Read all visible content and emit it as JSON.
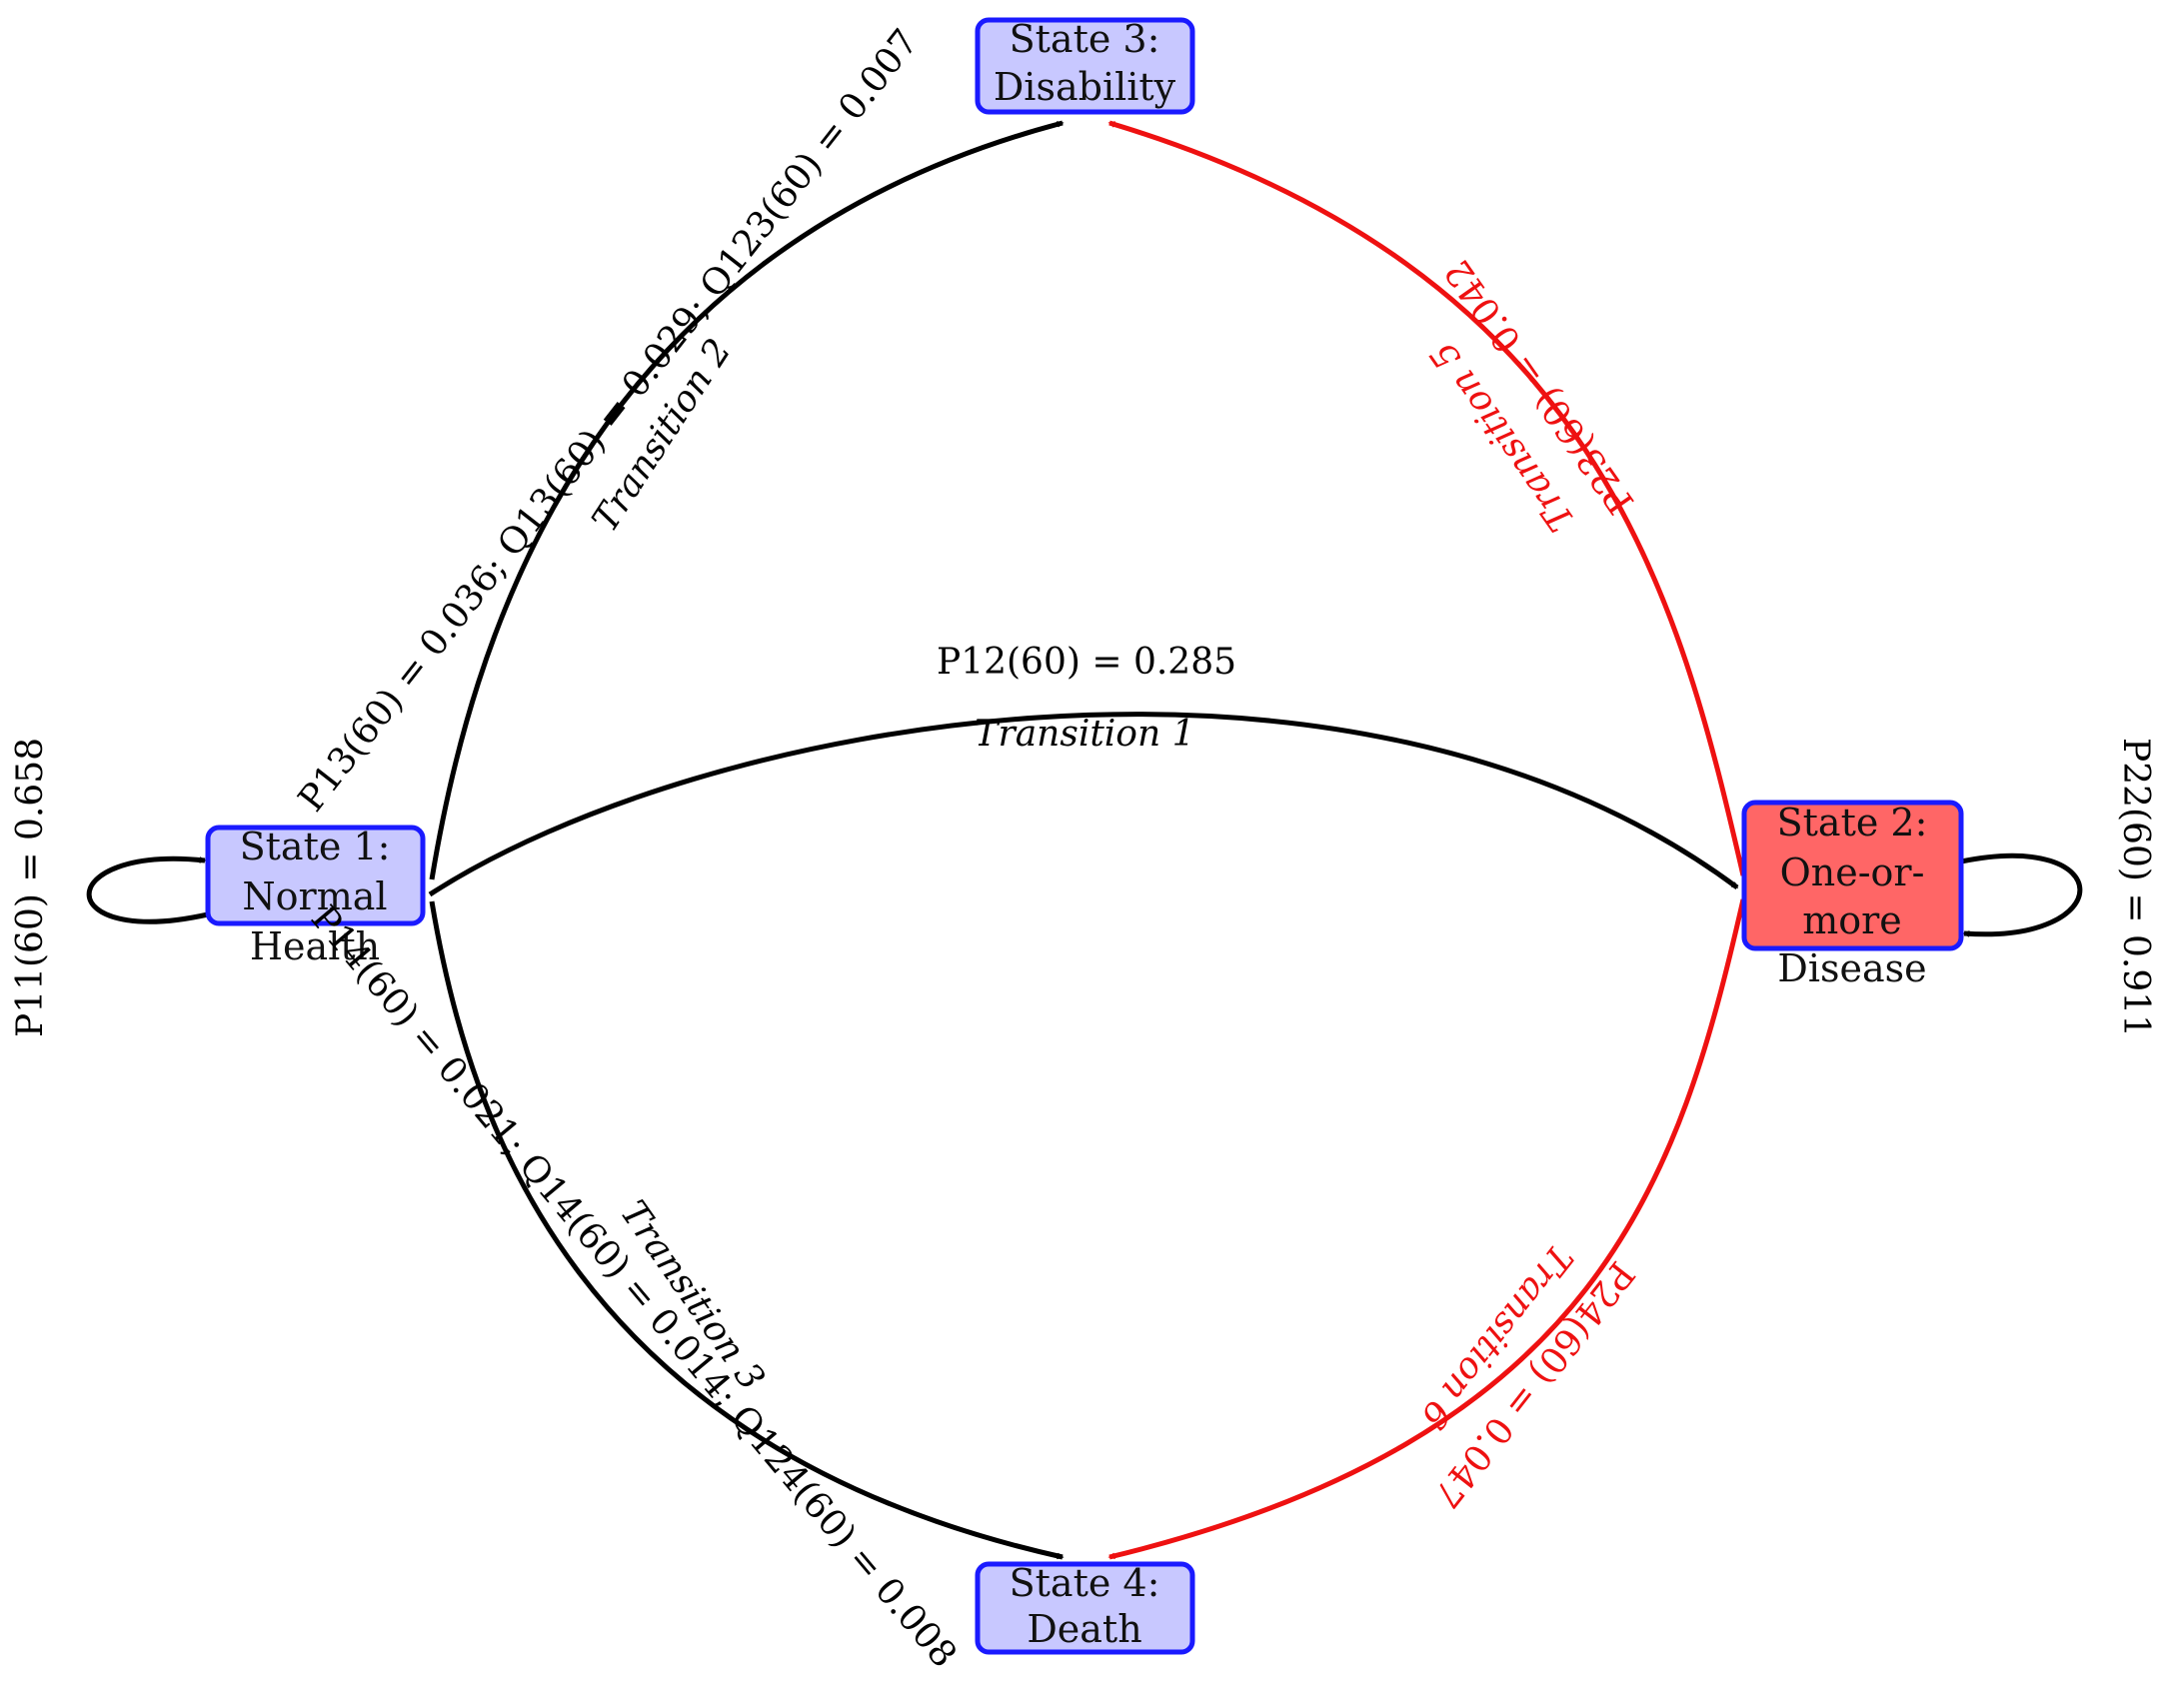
{
  "colors": {
    "node_fill": "#c8c8ff",
    "node_border": "#1a1aff",
    "highlight_fill": "#ff6666",
    "black_edge": "#000000",
    "red_edge": "#ee1111"
  },
  "states": [
    {
      "id": "state-1",
      "lines": [
        "State 1:",
        "Normal",
        "Health"
      ],
      "highlight": false
    },
    {
      "id": "state-2",
      "lines": [
        "State 2:",
        "One-or-",
        "more",
        "Disease"
      ],
      "highlight": true
    },
    {
      "id": "state-3",
      "lines": [
        "State 3:",
        "Disability"
      ],
      "highlight": false
    },
    {
      "id": "state-4",
      "lines": [
        "State 4:",
        "Death"
      ],
      "highlight": false
    }
  ],
  "transitions": {
    "t1": {
      "name": "Transition 1",
      "label": "P12(60) = 0.285"
    },
    "t2": {
      "name": "Transition 2",
      "label": "P13(60) = 0.036; Q13(60) = 0.029; Q123(60) = 0.007"
    },
    "t3": {
      "name": "Transition 3",
      "label": "P14(60) = 0.021; Q14(60) = 0.014; Q124(60) = 0.008"
    },
    "t5": {
      "name": "Transition 5",
      "label": "P23(60) = 0.042"
    },
    "t6": {
      "name": "Transition 6",
      "label": "P24(60) = 0.047"
    }
  },
  "self_loops": {
    "s1": {
      "label": "P11(60) = 0.658"
    },
    "s2": {
      "label": "P22(60) = 0.911"
    }
  }
}
